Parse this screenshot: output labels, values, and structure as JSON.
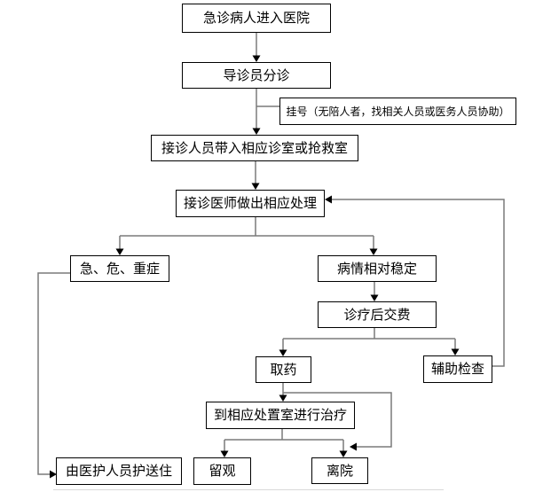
{
  "diagram": {
    "type": "flowchart",
    "line_color": "#7a7a7a",
    "box_border_color": "#000000",
    "background": "#ffffff",
    "nodes": {
      "enter": {
        "label": "急诊病人进入医院"
      },
      "triage": {
        "label": "导诊员分诊"
      },
      "register": {
        "label": "挂号（无陪人者，找相关人员或医务人员协助）"
      },
      "bring_in": {
        "label": "接诊人员带入相应诊室或抢救室"
      },
      "doctor": {
        "label": "接诊医师做出相应处理"
      },
      "critical": {
        "label": "急、危、重症"
      },
      "stable": {
        "label": "病情相对稳定"
      },
      "pay": {
        "label": "诊疗后交费"
      },
      "medicine": {
        "label": "取药"
      },
      "aux_exam": {
        "label": "辅助检查"
      },
      "treatment_room": {
        "label": "到相应处置室进行治疗"
      },
      "observe": {
        "label": "留观"
      },
      "leave": {
        "label": "离院"
      },
      "escort": {
        "label": "由医护人员护送住"
      }
    },
    "edges": [
      {
        "from": "enter",
        "to": "triage"
      },
      {
        "from": "triage",
        "to": "bring_in"
      },
      {
        "from": "triage",
        "to": "register"
      },
      {
        "from": "bring_in",
        "to": "doctor"
      },
      {
        "from": "doctor",
        "to": "critical"
      },
      {
        "from": "doctor",
        "to": "stable"
      },
      {
        "from": "stable",
        "to": "pay"
      },
      {
        "from": "pay",
        "to": "medicine"
      },
      {
        "from": "pay",
        "to": "aux_exam"
      },
      {
        "from": "aux_exam",
        "to": "doctor"
      },
      {
        "from": "medicine",
        "to": "treatment_room"
      },
      {
        "from": "medicine",
        "to": "leave"
      },
      {
        "from": "treatment_room",
        "to": "observe"
      },
      {
        "from": "treatment_room",
        "to": "leave"
      },
      {
        "from": "critical",
        "to": "escort"
      }
    ]
  }
}
